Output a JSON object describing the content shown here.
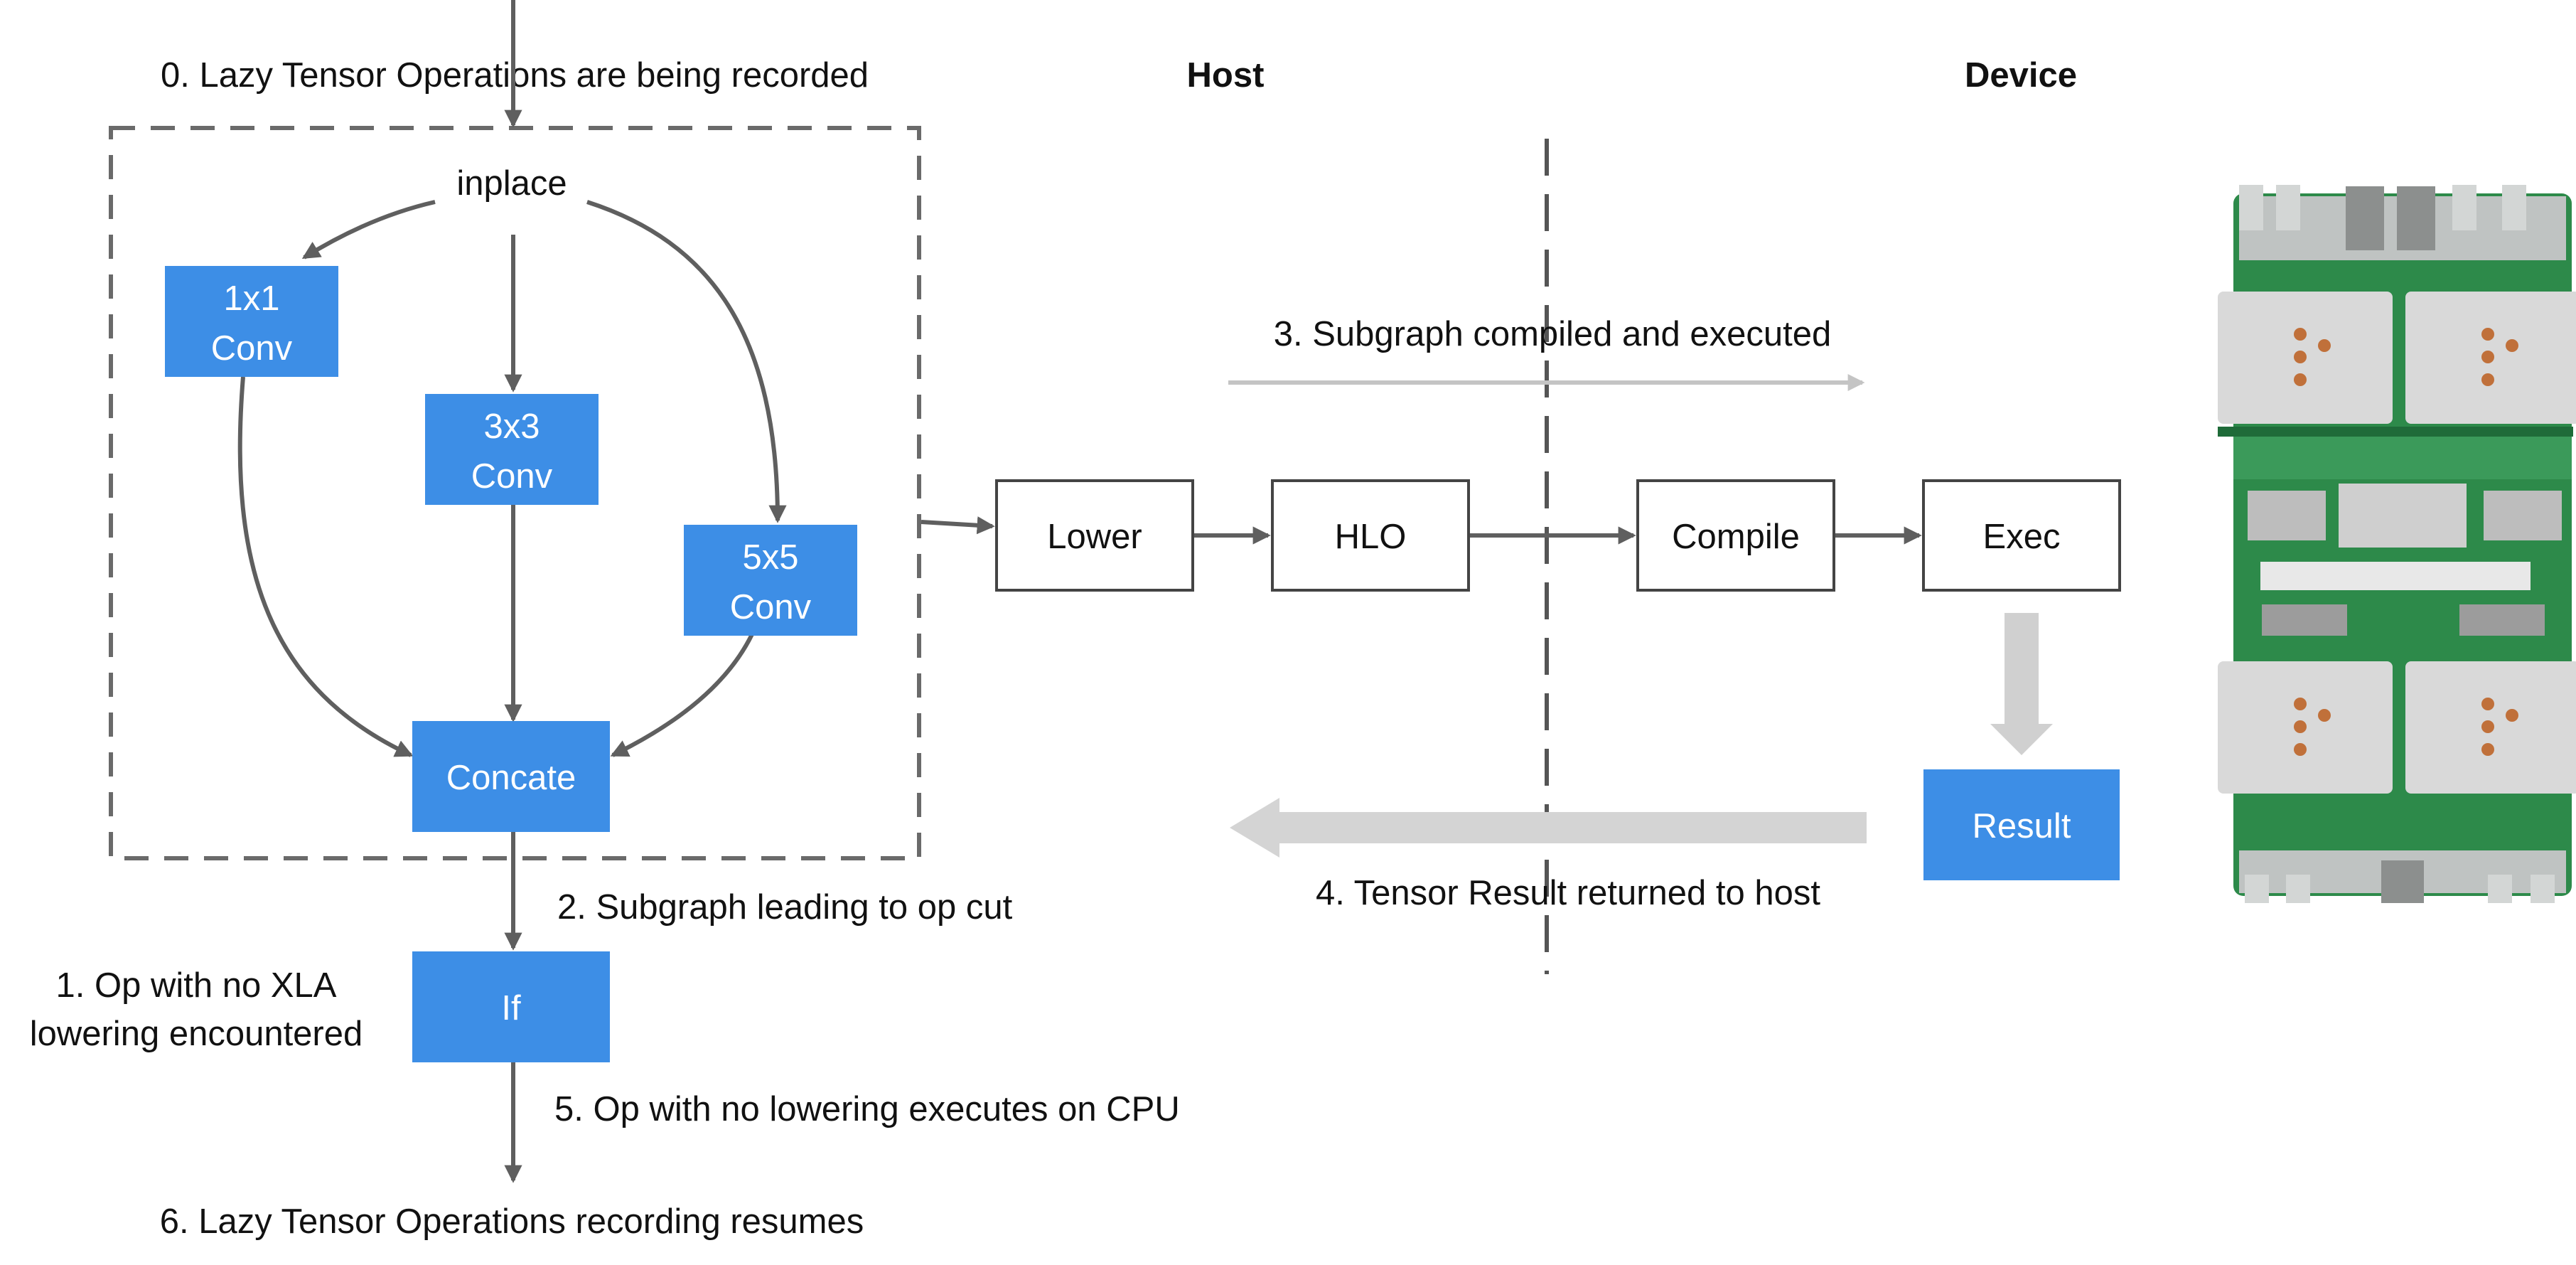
{
  "labels": {
    "step0": "0. Lazy Tensor Operations are being recorded",
    "step1_line1": "1. Op with no XLA",
    "step1_line2": "lowering encountered",
    "step2": "2. Subgraph leading to op cut",
    "step3": "3. Subgraph compiled and executed",
    "step4": "4. Tensor Result returned to host",
    "step5": "5. Op with no lowering executes on CPU",
    "step6": "6. Lazy Tensor Operations recording resumes",
    "host": "Host",
    "device": "Device"
  },
  "graph": {
    "inplace": "inplace",
    "conv1x1": [
      "1x1",
      "Conv"
    ],
    "conv3x3": [
      "3x3",
      "Conv"
    ],
    "conv5x5": [
      "5x5",
      "Conv"
    ],
    "concat": "Concate",
    "if_op": "If"
  },
  "pipeline": {
    "lower": "Lower",
    "hlo": "HLO",
    "compile": "Compile",
    "exec": "Exec",
    "result": "Result"
  },
  "colors": {
    "blue_box": "#3d8ee6",
    "arrow_dark": "#5f5f5f",
    "arrow_light": "#cccccc",
    "dash": "#666666",
    "text": "#111111",
    "pcb_green": "#2d8a4a",
    "heatsink": "#d9d9d9"
  },
  "image": {
    "subject": "tpu-board-photo"
  }
}
